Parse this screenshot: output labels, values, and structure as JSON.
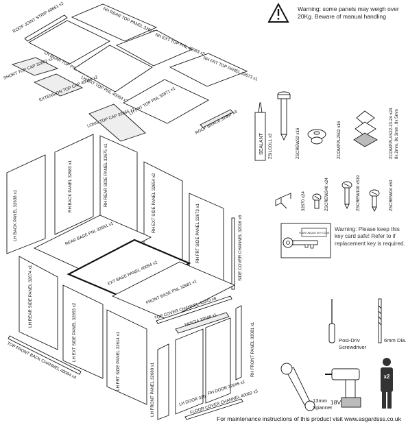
{
  "warnings": {
    "weight": "Warning: some panels may weigh over 20Kg. Beware of manual handling",
    "key": "Warning: Please keep this key card safe! Refer to if replacement key is required.",
    "key_card": "YOUR UNIQUE KEY CODE"
  },
  "footer": "For maintenance instructions of this product visit www.asgardsss.co.uk",
  "panels": {
    "rh_rear_top": "RH REAR TOP PANEL 32650 x1",
    "roof_joint": "ROOF JOINT STRIP 40661 x2",
    "rh_ext_top": "RH EXT TOP PNL 40063 x2",
    "lh_rear_top": "LH REAR TOP PNL 32646 x1",
    "rh_frt_top": "RH FRT TOP PANEL 32673 x1",
    "short_top_cap": "SHORT TOP CAP 32662 x1",
    "lh_ext_top": "LH EXT TOP PNL 40064 x2",
    "extension_top_cap": "EXTENSION TOP CAP 40056 x2",
    "lh_frt_top": "LH FRT TOP PNL 32671 x1",
    "long_top_cap": "LONG TOP CAP 32665 x1",
    "roof_brace": "ROOF BRACE 32667 x3",
    "rh_back": "RH BACK PANEL 32683 x1",
    "rh_rear_side": "RH REAR SIDE PANEL 32675 x1",
    "lh_back": "LH BACK PANEL 32638 x1",
    "rh_ext_side": "RH EXT SIDE PANEL 32654 x2",
    "rear_base": "REAR BASE PNL 32651 x1",
    "rh_frt_side": "RH FRT SIDE PANEL 32673 x1",
    "ext_base": "EXT BASE PANEL 40054 x2",
    "side_cover": "SIDE COVER CHANNEL 32016 x6",
    "lh_rear_side": "LH REAR SIDE PANEL 32674 x1",
    "front_base": "FRONT BASE PNL 32681 x1",
    "lh_ext_side": "LH EXT SIDE PANEL 32653 x2",
    "top_cover": "TOP COVER CHANNEL 40243 x8",
    "lh_frt_side": "LH FRT SIDE PANEL 32614 x1",
    "fascia": "FASCIA 32648 x1",
    "top_front_back": "TOP FRONT BACK CHANNEL 40064 x4",
    "rh_front": "RH FRONT PANEL 03081 x1",
    "lh_front": "LH FRONT PANEL 32680 x1",
    "lh_door": "LH DOOR 32643 x1",
    "rh_door": "RH DOOR 32645 x1",
    "floor_cover": "FLOOR COVER CHANNEL 40062 x3"
  },
  "fixings": {
    "sealant": "SEALANT",
    "sealant_code": "ZSILCOL1 x3",
    "screw32": "ZSCREW32 x16",
    "pl2502": "ZCOMPPL2502 x16",
    "pl2224_code": "ZCOMPPLAS22-23-24 x24",
    "pl2224_sizes": "8x 2mm, 8x 3mm, 8x 5mm",
    "clip": "32670 x24",
    "screw340": "ZSCREW340 x24",
    "screw100": "ZSCREW100 x519",
    "screw04": "ZSCREW04 x60"
  },
  "tools": {
    "screwdriver": "Posi-Driv Screwdriver",
    "drill_bit": "6mm Dia.",
    "spanner": "13mm Spanner",
    "drill": "18V",
    "people": "x2"
  }
}
